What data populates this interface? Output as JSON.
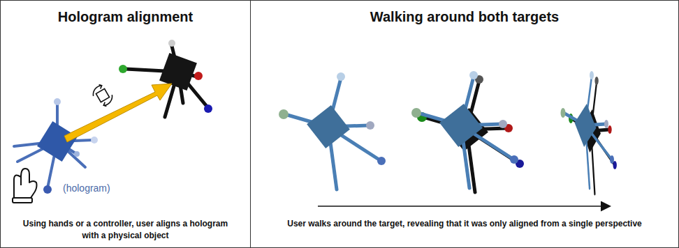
{
  "diagram": {
    "nodes": [
      {
        "text": [
          "Hologram alignment",
          "Using hands or a controller, user aligns a hologram with a physical object"
        ]
      },
      {
        "text": [
          "Walking around both targets",
          "User walks around the target, revealing that it was only aligned from a single perspective"
        ]
      }
    ],
    "labels": [
      "(hologram)"
    ]
  }
}
